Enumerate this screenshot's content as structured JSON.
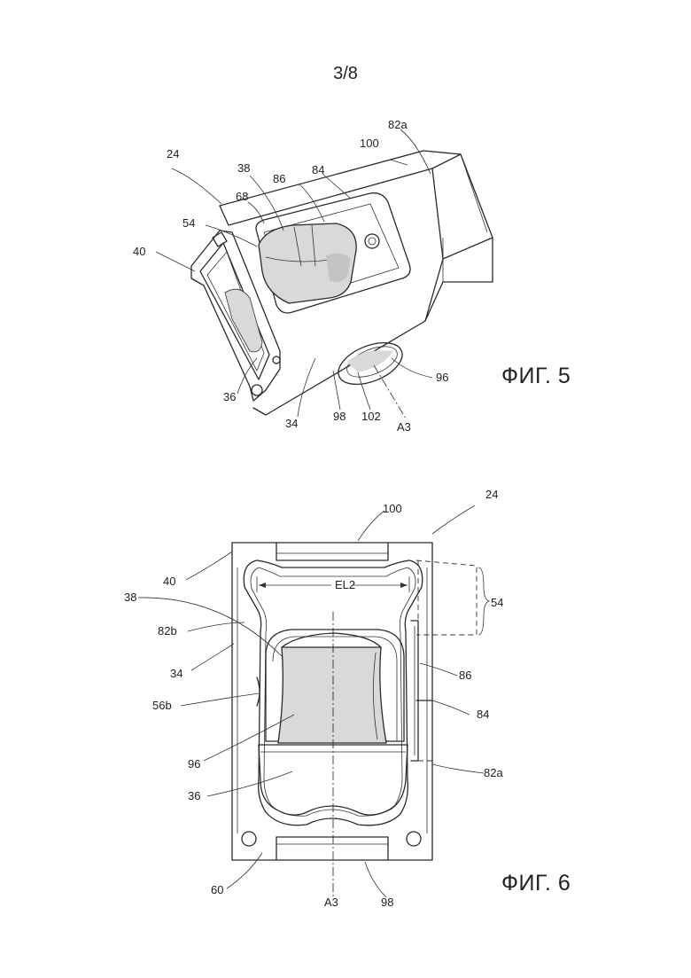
{
  "page_number": "3/8",
  "figures": [
    {
      "label": "ФИГ. 5",
      "refs": {
        "r24": "24",
        "r82a": "82a",
        "r100": "100",
        "r38": "38",
        "r86": "86",
        "r84": "84",
        "r68": "68",
        "r54": "54",
        "r40": "40",
        "r96": "96",
        "r36": "36",
        "r34": "34",
        "r98": "98",
        "r102": "102",
        "rA3": "A3"
      }
    },
    {
      "label": "ФИГ. 6",
      "refs": {
        "r100": "100",
        "r24": "24",
        "r40": "40",
        "rEL2": "EL2",
        "r38": "38",
        "r54": "54",
        "r82b": "82b",
        "r34": "34",
        "r86": "86",
        "r56b": "56b",
        "r84": "84",
        "r96": "96",
        "r82a": "82a",
        "r36": "36",
        "r60": "60",
        "rA3": "A3",
        "r98": "98"
      }
    }
  ]
}
